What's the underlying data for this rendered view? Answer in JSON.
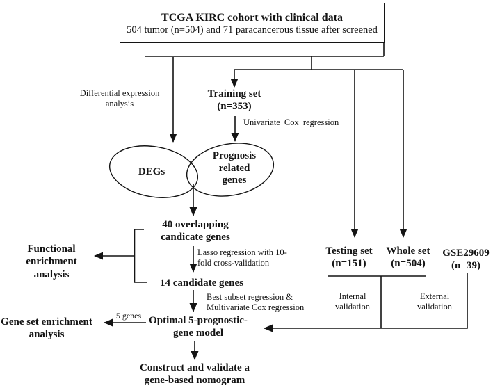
{
  "colors": {
    "ink": "#141414",
    "background": "#ffffff"
  },
  "flowchart": {
    "top_box": {
      "title": "TCGA KIRC cohort with clinical data",
      "subtitle": "504 tumor (n=504) and 71 paracancerous tissue after screened"
    },
    "nodes": {
      "training": "Training set\n(n=353)",
      "degs": "DEGs",
      "prognosis": "Prognosis\nrelated\ngenes",
      "overlapping": "40 overlapping\ncandicate genes",
      "functional": "Functional\nenrichment\nanalysis",
      "fourteen": "14 candidate genes",
      "optimal": "Optimal 5-prognostic-\ngene model",
      "gsea": "Gene set enrichment\nanalysis",
      "construct": "Construct and validate a\ngene-based nomogram",
      "testing": "Testing set\n(n=151)",
      "whole": "Whole set\n(n=504)",
      "gse29609": "GSE29609\n(n=39)"
    },
    "edge_labels": {
      "differential": "Differential expression\nanalysis",
      "univariate": "Univariate Cox regression",
      "lasso": "Lasso regression with 10-\nfold cross-validation",
      "best_subset": "Best subset regression &\nMultivariate Cox regression",
      "five_genes": "5 genes",
      "internal": "Internal\nvalidation",
      "external": "External\nvalidation"
    }
  }
}
